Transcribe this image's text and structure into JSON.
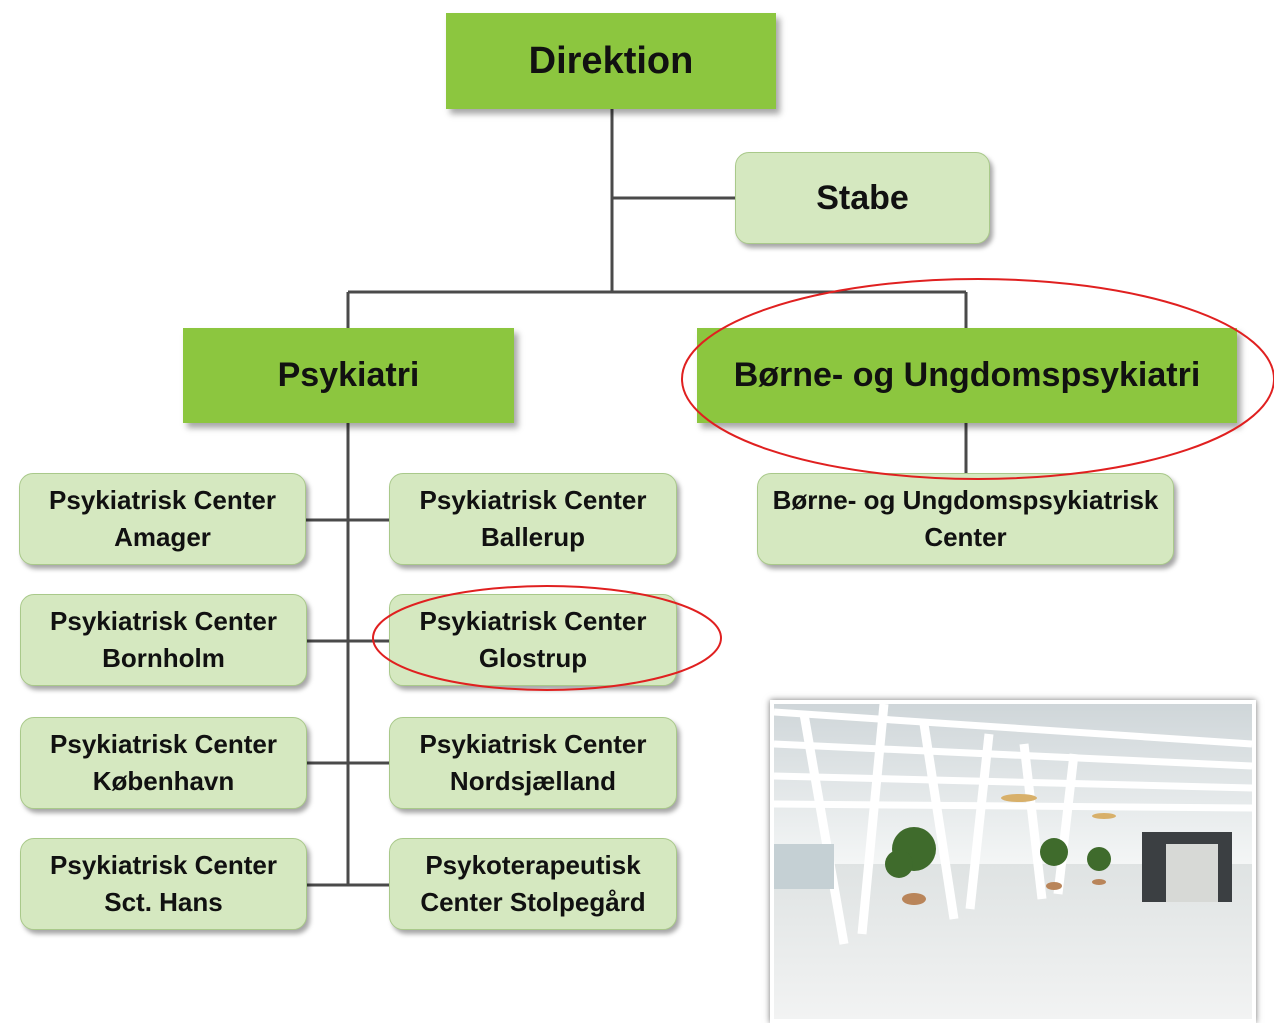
{
  "org": {
    "top": "Direktion",
    "staff": "Stabe",
    "divisions": [
      {
        "label": "Psykiatri"
      },
      {
        "label": "Børne- og Ungdomspsykiatri"
      }
    ],
    "psychiatry_centers": [
      [
        "Psykiatrisk Center",
        "Amager"
      ],
      [
        "Psykiatrisk Center",
        "Ballerup"
      ],
      [
        "Psykiatrisk Center",
        "Bornholm"
      ],
      [
        "Psykiatrisk Center",
        "Glostrup"
      ],
      [
        "Psykiatrisk Center",
        "København"
      ],
      [
        "Psykiatrisk Center",
        "Nordsjælland"
      ],
      [
        "Psykiatrisk Center",
        "Sct. Hans"
      ],
      [
        "Psykoterapeutisk",
        "Center Stolpegård"
      ]
    ],
    "child_center": [
      "Børne- og Ungdomspsykiatrisk",
      "Center"
    ]
  },
  "highlighted": [
    "Børne- og Ungdomspsykiatri",
    "Psykiatrisk Center Glostrup"
  ],
  "colors": {
    "dark_box": "#8cc63f",
    "light_box": "#d5e8c0",
    "connector": "#4a4a4a",
    "highlight_ellipse": "#e02020"
  },
  "photo": {
    "icon": "building-interior-photo"
  }
}
